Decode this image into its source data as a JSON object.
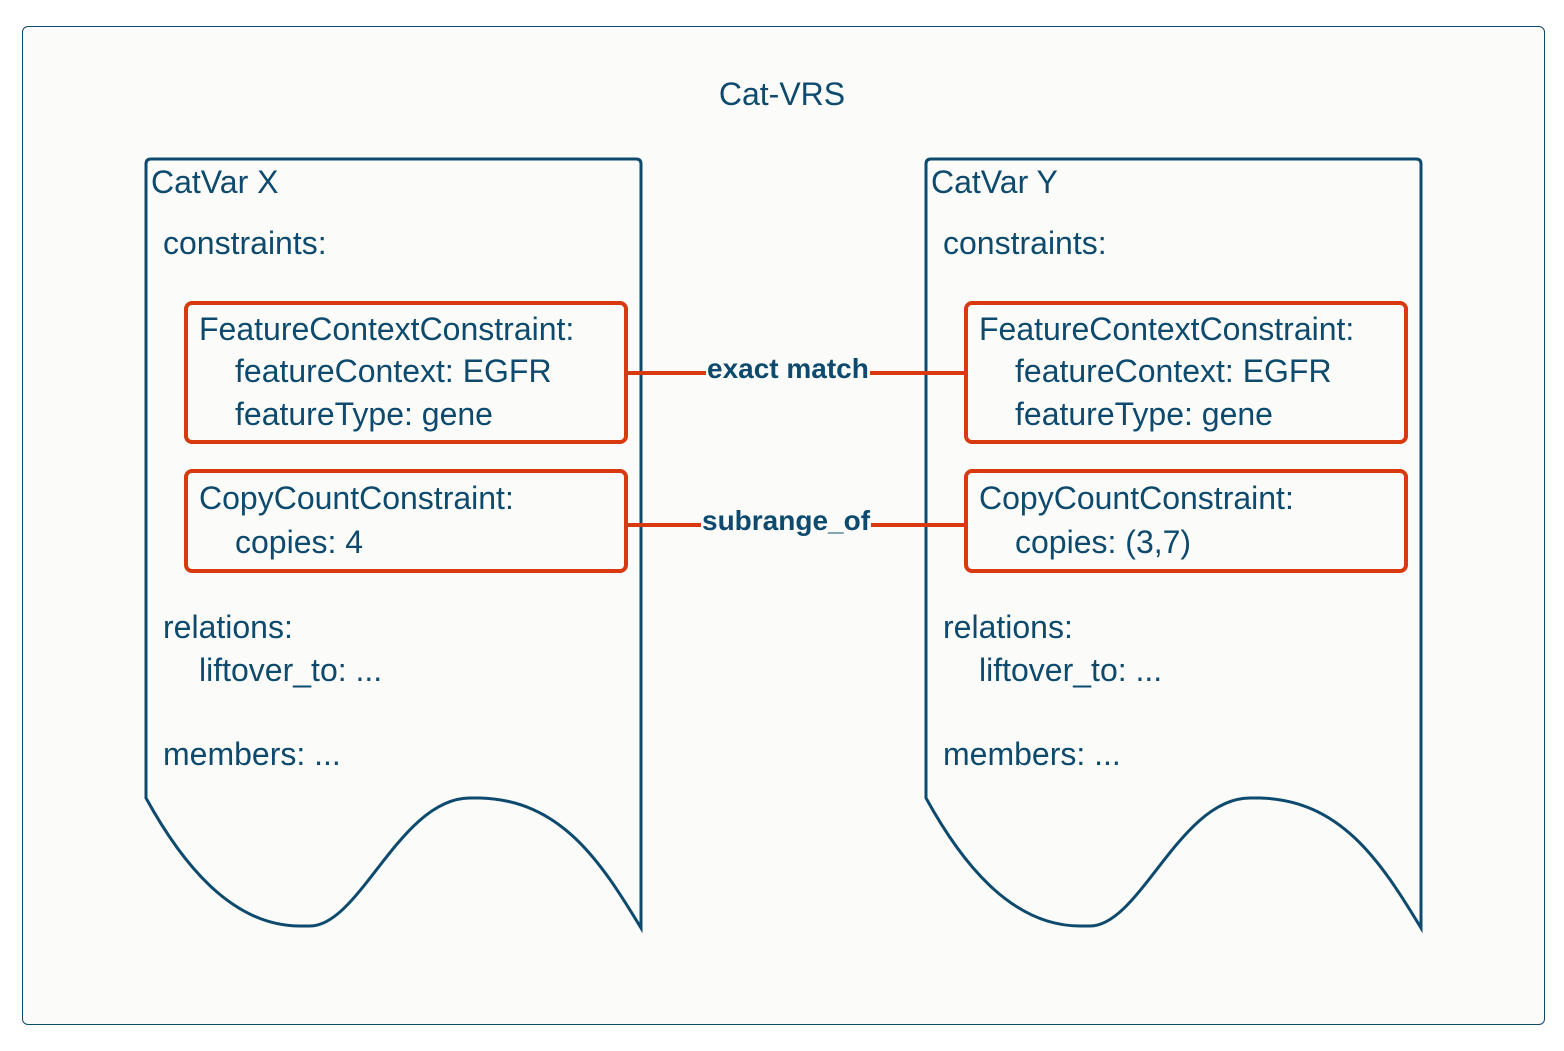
{
  "diagram": {
    "title": "Cat-VRS",
    "colors": {
      "primary": "#0d4a6e",
      "accent": "#d9390f",
      "background": "#fbfcf9"
    },
    "catvars": [
      {
        "name": "CatVar X",
        "constraints_label": "constraints:",
        "feature_constraint": {
          "heading": "FeatureContextConstraint:",
          "feature_context": "featureContext: EGFR",
          "feature_type": "featureType: gene"
        },
        "copy_count_constraint": {
          "heading": "CopyCountConstraint:",
          "copies": "copies: 4"
        },
        "relations_label": "relations:",
        "liftover": "liftover_to: ...",
        "members": "members: ..."
      },
      {
        "name": "CatVar Y",
        "constraints_label": "constraints:",
        "feature_constraint": {
          "heading": "FeatureContextConstraint:",
          "feature_context": "featureContext: EGFR",
          "feature_type": "featureType: gene"
        },
        "copy_count_constraint": {
          "heading": "CopyCountConstraint:",
          "copies": "copies: (3,7)"
        },
        "relations_label": "relations:",
        "liftover": "liftover_to: ...",
        "members": "members: ..."
      }
    ],
    "edges": [
      {
        "label": "exact match",
        "from": "CatVar X.FeatureContextConstraint",
        "to": "CatVar Y.FeatureContextConstraint"
      },
      {
        "label": "subrange_of",
        "from": "CatVar X.CopyCountConstraint",
        "to": "CatVar Y.CopyCountConstraint"
      }
    ]
  }
}
